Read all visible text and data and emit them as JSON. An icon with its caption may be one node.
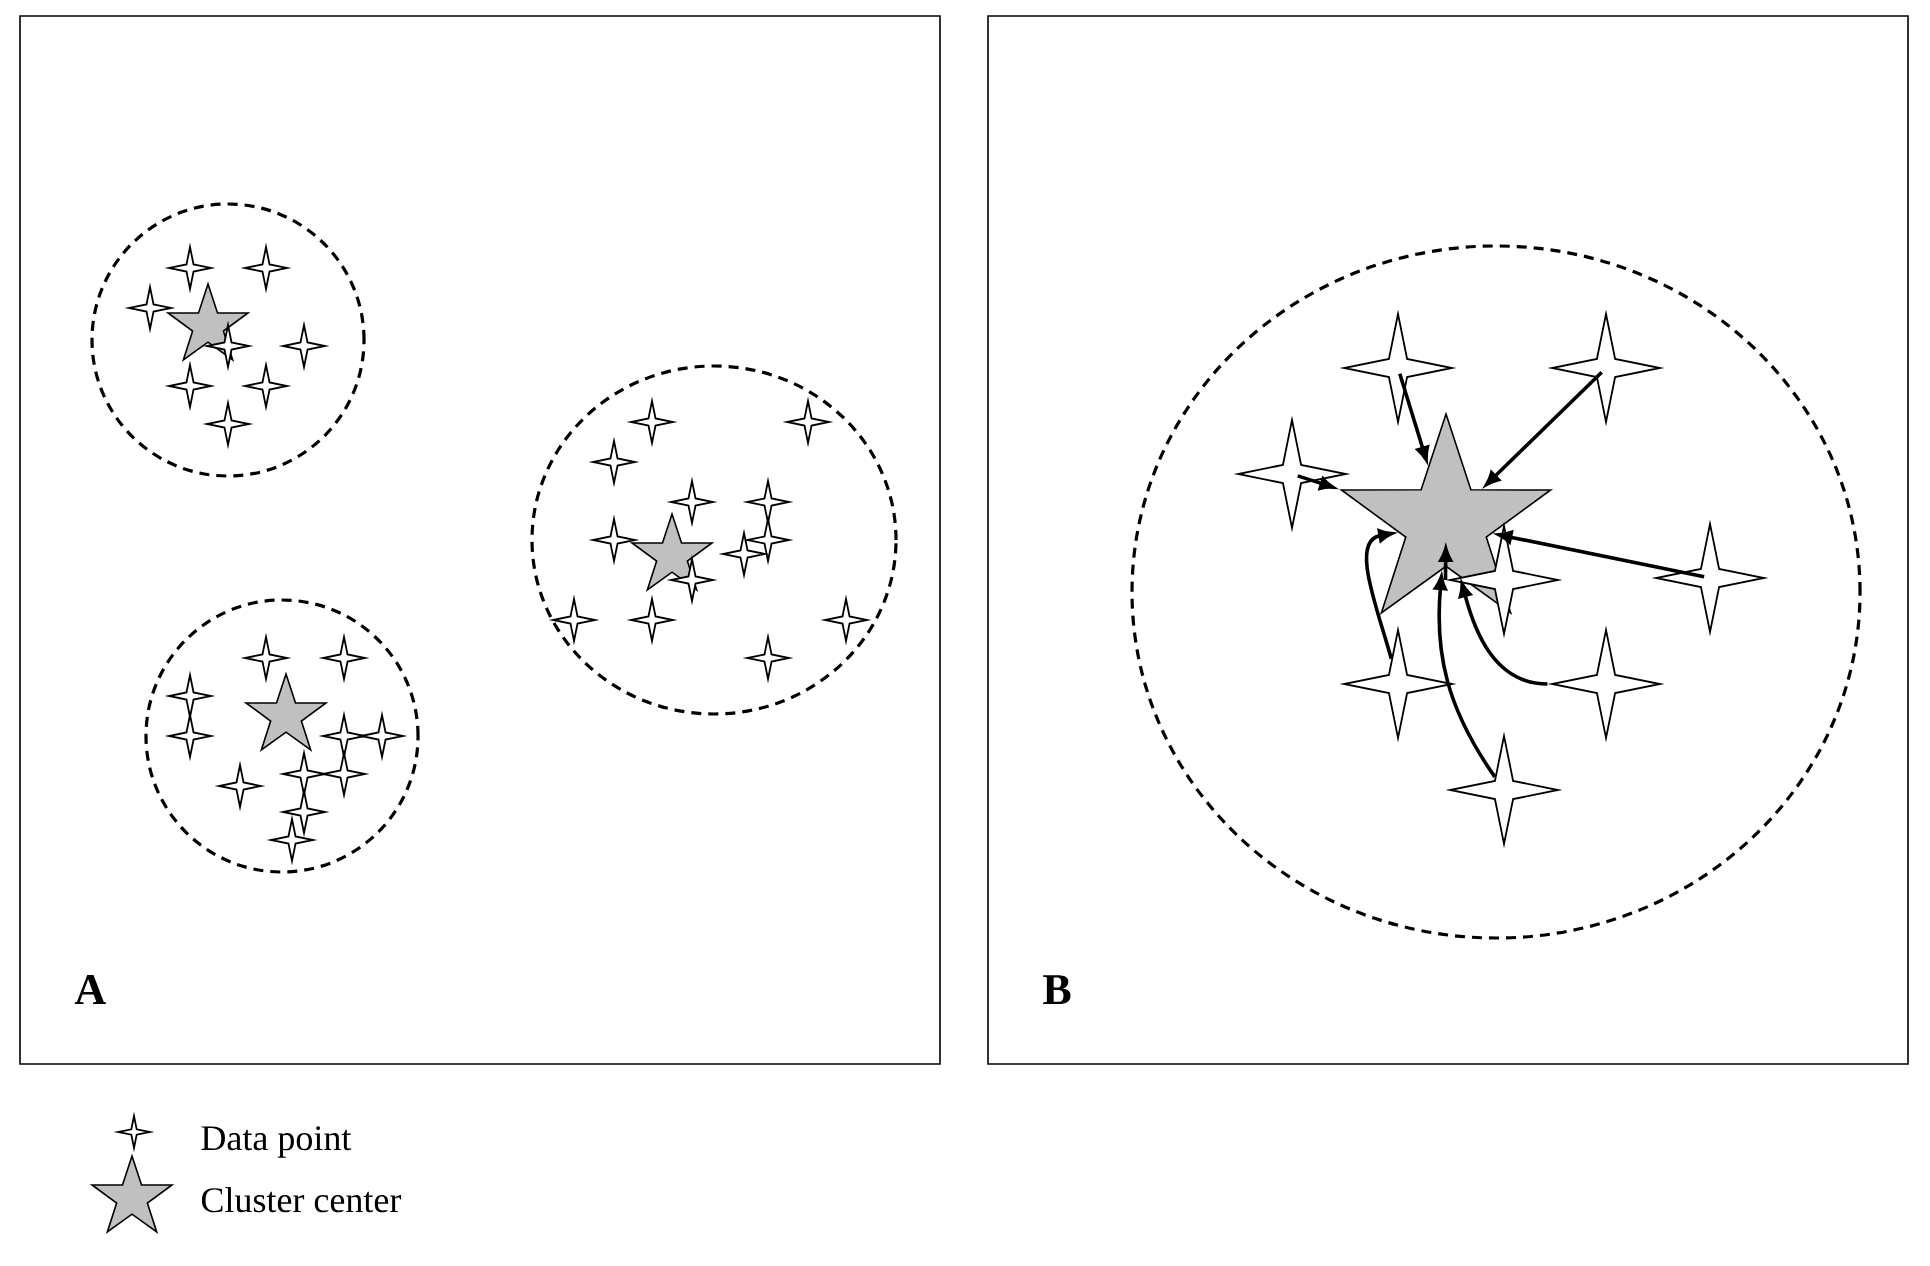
{
  "diagram": {
    "nodes": [
      {
        "text": [
          "A"
        ]
      },
      {
        "text": [
          "B"
        ]
      },
      {
        "text": [],
        "shape": "circle",
        "in": 0
      },
      {
        "text": [],
        "shape": "star",
        "in": 2
      },
      {
        "text": [],
        "shape": "point",
        "in": 2
      },
      {
        "text": [],
        "shape": "point",
        "in": 2
      },
      {
        "text": [],
        "shape": "point",
        "in": 2
      },
      {
        "text": [],
        "shape": "point",
        "in": 2
      },
      {
        "text": [],
        "shape": "point",
        "in": 2
      },
      {
        "text": [],
        "shape": "point",
        "in": 2
      },
      {
        "text": [],
        "shape": "point",
        "in": 2
      },
      {
        "text": [],
        "shape": "point",
        "in": 2
      },
      {
        "text": [],
        "shape": "circle",
        "in": 0
      },
      {
        "text": [],
        "shape": "star",
        "in": 12
      },
      {
        "text": [],
        "shape": "point",
        "in": 12
      },
      {
        "text": [],
        "shape": "point",
        "in": 12
      },
      {
        "text": [],
        "shape": "point",
        "in": 12
      },
      {
        "text": [],
        "shape": "point",
        "in": 12
      },
      {
        "text": [],
        "shape": "point",
        "in": 12
      },
      {
        "text": [],
        "shape": "point",
        "in": 12
      },
      {
        "text": [],
        "shape": "point",
        "in": 12
      },
      {
        "text": [],
        "shape": "point",
        "in": 12
      },
      {
        "text": [],
        "shape": "point",
        "in": 12
      },
      {
        "text": [],
        "shape": "point",
        "in": 12
      },
      {
        "text": [],
        "shape": "point",
        "in": 12
      },
      {
        "text": [],
        "shape": "circle",
        "in": 0
      },
      {
        "text": [],
        "shape": "star",
        "in": 25
      },
      {
        "text": [],
        "shape": "point",
        "in": 25
      },
      {
        "text": [],
        "shape": "point",
        "in": 25
      },
      {
        "text": [],
        "shape": "point",
        "in": 25
      },
      {
        "text": [],
        "shape": "point",
        "in": 25
      },
      {
        "text": [],
        "shape": "point",
        "in": 25
      },
      {
        "text": [],
        "shape": "point",
        "in": 25
      },
      {
        "text": [],
        "shape": "point",
        "in": 25
      },
      {
        "text": [],
        "shape": "point",
        "in": 25
      },
      {
        "text": [],
        "shape": "point",
        "in": 25
      },
      {
        "text": [],
        "shape": "point",
        "in": 25
      },
      {
        "text": [],
        "shape": "point",
        "in": 25
      },
      {
        "text": [],
        "shape": "point",
        "in": 25
      },
      {
        "text": [],
        "shape": "point",
        "in": 25
      },
      {
        "text": [],
        "shape": "circle",
        "in": 1
      },
      {
        "text": [],
        "shape": "star",
        "in": 40
      },
      {
        "text": [],
        "shape": "point",
        "in": 40
      },
      {
        "text": [],
        "shape": "point",
        "in": 40
      },
      {
        "text": [],
        "shape": "point",
        "in": 40
      },
      {
        "text": [],
        "shape": "point",
        "in": 40
      },
      {
        "text": [],
        "shape": "point",
        "in": 40
      },
      {
        "text": [],
        "shape": "point",
        "in": 40
      },
      {
        "text": [],
        "shape": "point",
        "in": 40
      },
      {
        "text": [],
        "shape": "point",
        "in": 40
      }
    ],
    "edges": [
      {
        "from": 42,
        "to": 41,
        "arrow": "to"
      },
      {
        "from": 43,
        "to": 41,
        "arrow": "to"
      },
      {
        "from": 44,
        "to": 41,
        "arrow": "to"
      },
      {
        "from": 45,
        "to": 41,
        "arrow": "to"
      },
      {
        "from": 46,
        "to": 41,
        "arrow": "to"
      },
      {
        "from": 47,
        "to": 41,
        "arrow": "to"
      },
      {
        "from": 48,
        "to": 41,
        "arrow": "to"
      },
      {
        "from": 49,
        "to": 41,
        "arrow": "to"
      }
    ],
    "legend": [
      {
        "text": "Data point"
      },
      {
        "text": "Cluster center"
      }
    ]
  }
}
